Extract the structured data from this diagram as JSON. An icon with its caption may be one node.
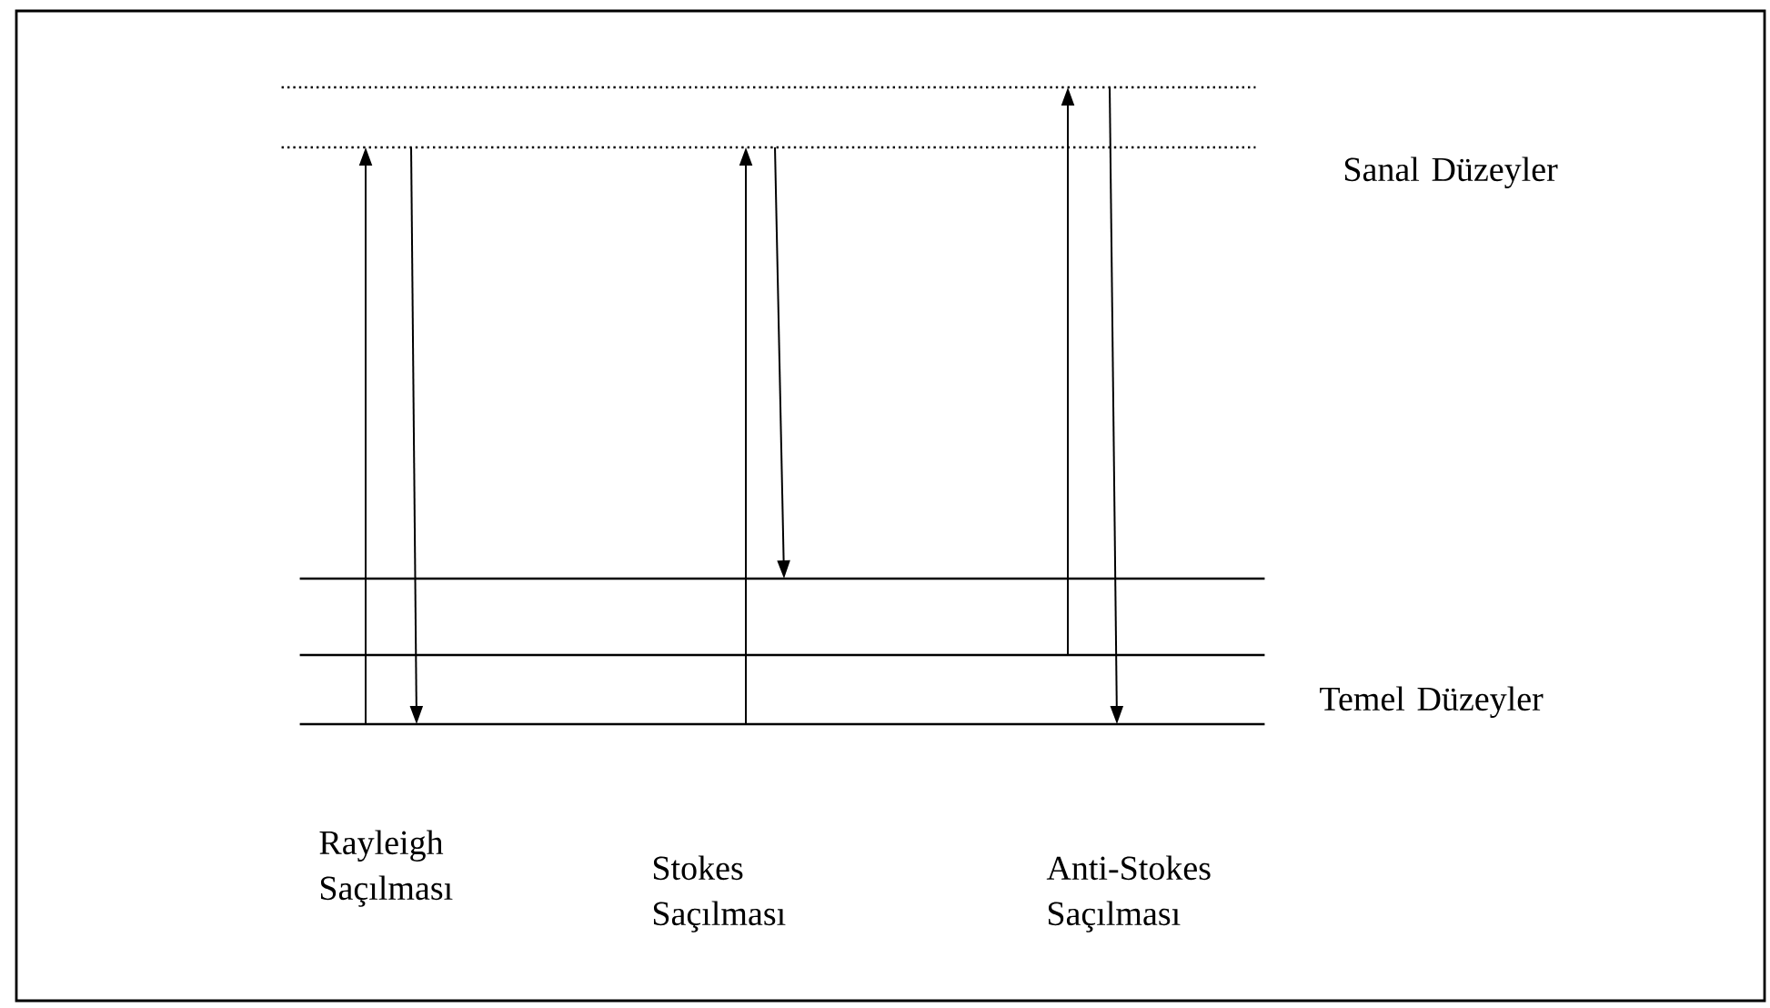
{
  "diagram": {
    "nodes": [
      {
        "text": [],
        "shape": "bar"
      },
      {
        "text": [],
        "shape": "bar"
      },
      {
        "text": [],
        "shape": "bar"
      },
      {
        "text": [],
        "shape": "bar"
      },
      {
        "text": [],
        "shape": "bar"
      }
    ],
    "edges": [
      {
        "from": 4,
        "to": 1,
        "arrow": "to"
      },
      {
        "from": 1,
        "to": 4,
        "arrow": "to"
      },
      {
        "from": 4,
        "to": 1,
        "arrow": "to"
      },
      {
        "from": 1,
        "to": 2,
        "arrow": "to"
      },
      {
        "from": 3,
        "to": 0,
        "arrow": "to"
      },
      {
        "from": 0,
        "to": 4,
        "arrow": "to"
      }
    ],
    "labels": [
      "Sanal Düzeyler",
      "Temel Düzeyler",
      "Rayleigh Saçılması",
      "Stokes Saçılması",
      "Anti-Stokes Saçılması"
    ]
  }
}
